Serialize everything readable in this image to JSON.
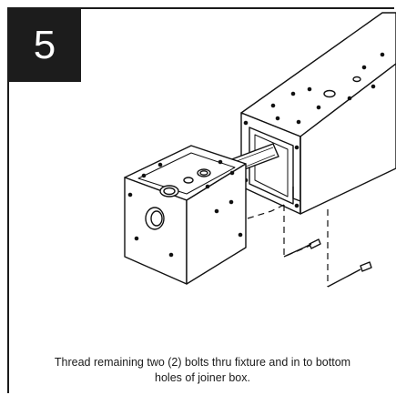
{
  "step": {
    "number": "5"
  },
  "instruction": {
    "line1": "Thread remaining two (2) bolts thru fixture and in to bottom",
    "line2": "holes of joiner box."
  },
  "illustration": {
    "parts": [
      "joiner-box-tube",
      "fixture-block",
      "threaded-rod",
      "bolt-1",
      "bolt-2"
    ]
  }
}
